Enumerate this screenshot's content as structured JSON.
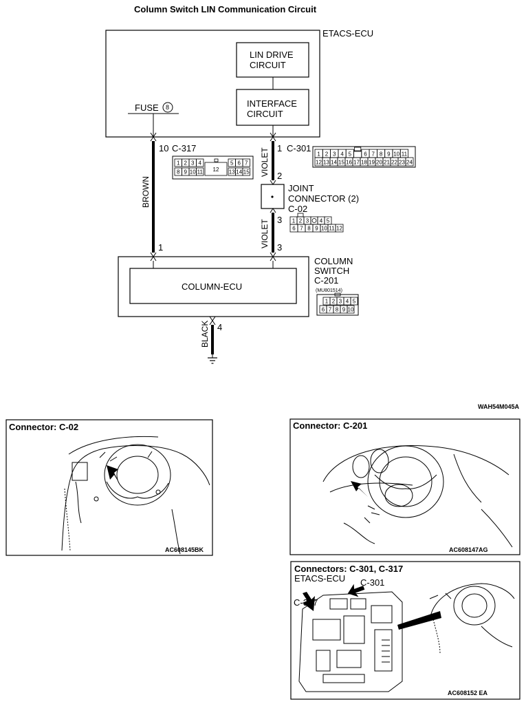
{
  "title": "Column Switch LIN Communication Circuit",
  "figure_code": "WAH54M045A",
  "etacs": {
    "label": "ETACS-ECU",
    "lin_drive": [
      "LIN DRIVE",
      "CIRCUIT"
    ],
    "interface": [
      "INTERFACE",
      "CIRCUIT"
    ],
    "fuse_label": "FUSE",
    "fuse_num": "8"
  },
  "connector_c317": {
    "pin": "10",
    "name": "C-317",
    "row1": [
      "1",
      "2",
      "3",
      "4",
      "",
      "5",
      "6",
      "7"
    ],
    "center": "12",
    "row2": [
      "8",
      "9",
      "10",
      "11",
      "",
      "13",
      "14",
      "15"
    ]
  },
  "connector_c301": {
    "pin": "1",
    "name": "C-301",
    "row1": [
      "1",
      "2",
      "3",
      "4",
      "5",
      "",
      "6",
      "7",
      "8",
      "9",
      "10",
      "11"
    ],
    "row2": [
      "12",
      "13",
      "14",
      "15",
      "16",
      "17",
      "18",
      "19",
      "20",
      "21",
      "22",
      "23",
      "24"
    ]
  },
  "wires": {
    "brown": "BROWN",
    "violet_top": "VIOLET",
    "violet_bottom": "VIOLET",
    "black": "BLACK"
  },
  "joint": {
    "pin_in": "2",
    "pin_out": "3",
    "lines": [
      "JOINT",
      "CONNECTOR (2)",
      "C-02"
    ],
    "row1": [
      "1",
      "2",
      "3",
      "",
      "4",
      "5"
    ],
    "row2": [
      "6",
      "7",
      "8",
      "9",
      "10",
      "11",
      "12"
    ]
  },
  "column_switch": {
    "pin1": "1",
    "pin3": "3",
    "pin4": "4",
    "ecu_label": "COLUMN-ECU",
    "lines": [
      "COLUMN",
      "SWITCH",
      "C-201"
    ],
    "part_no": "(MU801514)",
    "row1": [
      "1",
      "2",
      "3",
      "4",
      "5"
    ],
    "row2": [
      "6",
      "7",
      "8",
      "9",
      "10"
    ]
  },
  "panels": {
    "c02": {
      "title": "Connector: C-02",
      "code": "AC608145BK"
    },
    "c201": {
      "title": "Connector: C-201",
      "code": "AC608147AG"
    },
    "c301": {
      "title": "Connectors: C-301, C-317",
      "sub": "ETACS-ECU",
      "callout1": "C-301",
      "callout2": "C-317",
      "code": "AC608152 EA"
    }
  }
}
